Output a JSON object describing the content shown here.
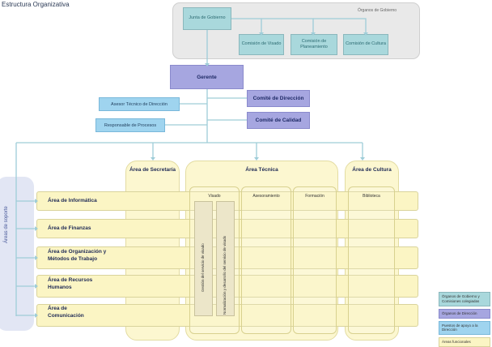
{
  "title": "Estructura Organizativa",
  "governing_panel": {
    "label": "Órganos de Gobierno",
    "junta": "Junta de Gobierno",
    "comisiones": [
      "Comisión de Visado",
      "Comisión de Planeamiento",
      "Comisión de Cultura"
    ]
  },
  "gerente": "Gerente",
  "support_posts": [
    "Asesor Técnico de Dirección",
    "Responsable de Procesos"
  ],
  "committees": [
    "Comité de Dirección",
    "Comité de Calidad"
  ],
  "support_areas_label": "Áreas de soporte",
  "functional_rows": [
    "Área de Informática",
    "Área de Finanzas",
    "Área de Organización y Métodos de Trabajo",
    "Área de Recursos Humanos",
    "Área de Comunicación"
  ],
  "columns": {
    "secretaria": "Área de Secretaría",
    "tecnica": "Área Técnica",
    "cultura": "Área de Cultura"
  },
  "tecnica_sub": [
    "Visado",
    "Asesoramiento",
    "Formación"
  ],
  "cultura_sub": "Biblioteca",
  "visado_vertical": [
    "Gestión del servicio de visado",
    "Normalización y desarrollo del servicio de visado"
  ],
  "legend": [
    {
      "label": "Órganos de Gobierno y Comisiones colegiadas",
      "color": "#a9d8dc"
    },
    {
      "label": "Órganos de Dirección",
      "color": "#a6a6e0"
    },
    {
      "label": "Puestos de apoyo a la Dirección",
      "color": "#9fd4ef"
    },
    {
      "label": "Áreas funcionales",
      "color": "#fbf5c4"
    }
  ]
}
